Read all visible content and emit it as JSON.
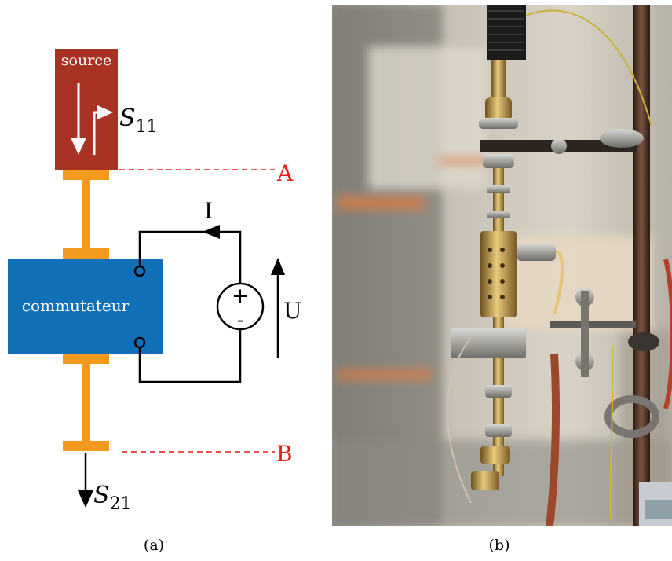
{
  "panel_a": {
    "caption": "(a)",
    "source_label": "source",
    "s11_symbol": "S",
    "s11_sub": "11",
    "switch_label": "commutateur",
    "current_label": "I",
    "voltage_label": "U",
    "plus_sign": "+",
    "minus_sign": "-",
    "plane_a_label": "A",
    "plane_b_label": "B",
    "s21_symbol": "S",
    "s21_sub": "21",
    "colors": {
      "source_fill": "#a83224",
      "switch_fill": "#1170b7",
      "line_fill": "#f39a1e",
      "plane_line": "#e41b17",
      "wire": "#000000"
    }
  },
  "panel_b": {
    "caption": "(b)",
    "photo_subject": "photograph of the experimental setup: vertical chain of coaxial RF connectors and the switch held by lab clamps on a metal stand"
  }
}
